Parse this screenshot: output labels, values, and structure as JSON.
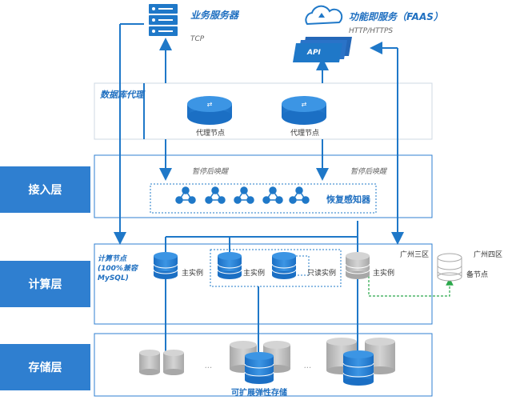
{
  "layers": {
    "access": "接入层",
    "compute": "计算层",
    "storage": "存储层"
  },
  "top": {
    "business_server": "业务服务器",
    "tcp": "TCP",
    "faas": "功能即服务（FAAS）",
    "http": "HTTP/HTTPS",
    "api": "API"
  },
  "proxy": {
    "title": "数据库代理",
    "node_left": "代理节点",
    "node_right": "代理节点"
  },
  "access": {
    "pause_resume_left": "暂停后唤醒",
    "pause_resume_right": "暂停后唤醒",
    "recovery_sensor": "恢复感知器"
  },
  "compute": {
    "node_title": "计算节点\n(100%兼容\nMySQL)",
    "primary_1": "主实例",
    "primary_2": "主实例",
    "readonly": "只读实例",
    "primary_3": "主实例",
    "zone3": "广州三区",
    "zone4": "广州四区",
    "standby": "备节点"
  },
  "storage": {
    "title": "可扩展弹性存储",
    "ellipsis_1": "...",
    "ellipsis_2": "..."
  },
  "colors": {
    "blue": "#1f78c8",
    "light_blue": "#2f7fd0",
    "gray": "#bfbfbf",
    "green": "#2aa84a"
  }
}
